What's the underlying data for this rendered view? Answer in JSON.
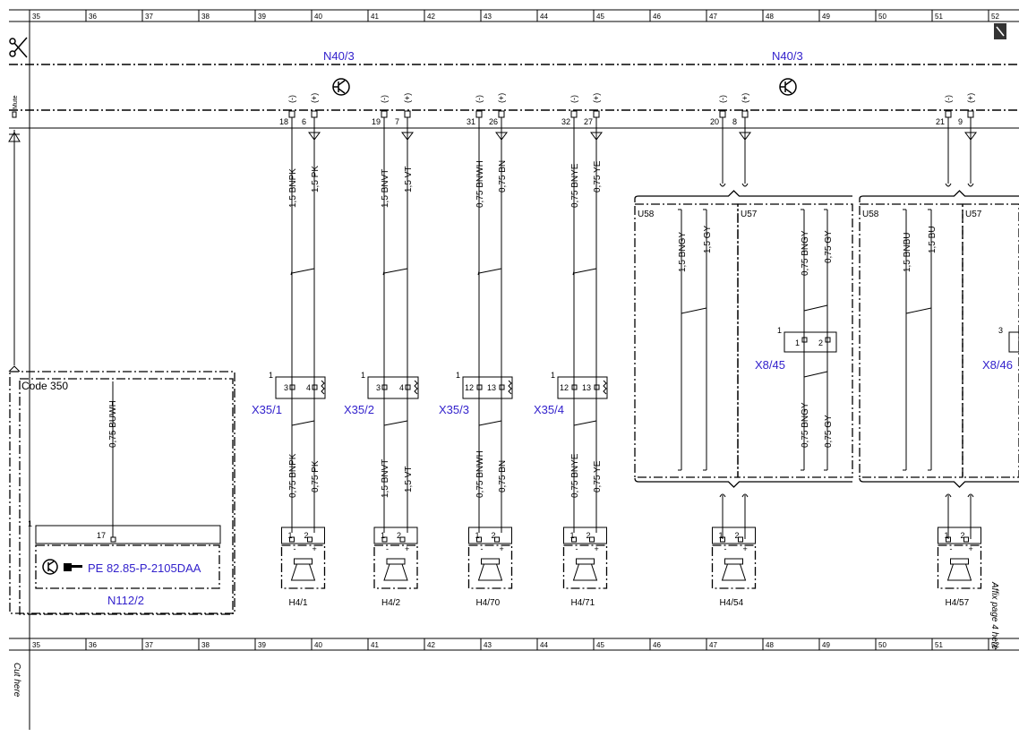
{
  "grid": [
    "35",
    "36",
    "37",
    "38",
    "39",
    "40",
    "41",
    "42",
    "43",
    "44",
    "45",
    "46",
    "47",
    "48",
    "49",
    "50",
    "51",
    "52"
  ],
  "top_labels": {
    "n40_left": "N40/3",
    "n40_right": "N40/3",
    "mute": "Mute"
  },
  "side_text": {
    "cut_here": "Cut here",
    "affix_page": "Affix page 4 here"
  },
  "code_box": {
    "title": "Code 350",
    "wire": "0,75 BUWH",
    "pin_count": "1",
    "pin": "17",
    "ref": "PE 82.85-P-2105DAA",
    "component": "N112/2"
  },
  "channels": [
    {
      "id": "1",
      "pin_minus": "18",
      "pin_plus": "6",
      "wire_a_top": "1,5 BNPK",
      "wire_b_top": "1,5 PK",
      "conn": "X35/1",
      "conn_pin_a": "3",
      "conn_pin_b": "4",
      "wire_a_bot": "0,75 BNPK",
      "wire_b_bot": "0,75 PK",
      "speaker": "H4/1"
    },
    {
      "id": "2",
      "pin_minus": "19",
      "pin_plus": "7",
      "wire_a_top": "1,5 BNVT",
      "wire_b_top": "1,5 VT",
      "conn": "X35/2",
      "conn_pin_a": "3",
      "conn_pin_b": "4",
      "wire_a_bot": "1,5 BNVT",
      "wire_b_bot": "1,5 VT",
      "speaker": "H4/2"
    },
    {
      "id": "3",
      "pin_minus": "31",
      "pin_plus": "26",
      "wire_a_top": "0,75 BNWH",
      "wire_b_top": "0,75 BN",
      "conn": "X35/3",
      "conn_pin_a": "12",
      "conn_pin_b": "13",
      "wire_a_bot": "0,75 BNWH",
      "wire_b_bot": "0,75 BN",
      "speaker": "H4/70"
    },
    {
      "id": "4",
      "pin_minus": "32",
      "pin_plus": "27",
      "wire_a_top": "0,75 BNYE",
      "wire_b_top": "0,75 YE",
      "conn": "X35/4",
      "conn_pin_a": "12",
      "conn_pin_b": "13",
      "wire_a_bot": "0,75 BNYE",
      "wire_b_bot": "0,75 YE",
      "speaker": "H4/71"
    }
  ],
  "right_channels": [
    {
      "pin_minus": "20",
      "pin_plus": "8",
      "u58": "U58",
      "u57": "U57",
      "u58_wire_a": "1,5 BNGY",
      "u58_wire_b": "1,5 GY",
      "u57_wire_a": "0,75 BNGY",
      "u57_wire_b": "0,75 GY",
      "u57_wire_a_bot": "0,75 BNGY",
      "u57_wire_b_bot": "0,75 GY",
      "conn": "X8/45",
      "conn_pin_count": "1",
      "conn_pin_a": "1",
      "conn_pin_b": "2",
      "speaker": "H4/54"
    },
    {
      "pin_minus": "21",
      "pin_plus": "9",
      "u58": "U58",
      "u57": "U57",
      "u58_wire_a": "1,5 BNBU",
      "u58_wire_b": "1,5 BU",
      "conn": "X8/46",
      "conn_pin_count": "3",
      "speaker": "H4/57"
    }
  ],
  "polarity": {
    "minus": "(-)",
    "plus": "(+)",
    "sp_minus": "-",
    "sp_plus": "+",
    "pin1": "1",
    "pin2": "2"
  }
}
